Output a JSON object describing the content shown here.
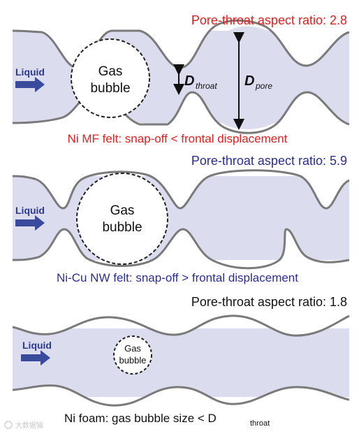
{
  "panel1": {
    "ratio_title": "Pore-throat aspect ratio: 2.8",
    "liquid_label": "Liquid",
    "bubble_line1": "Gas",
    "bubble_line2": "bubble",
    "throat_label_main": "D",
    "throat_label_sub": "throat",
    "pore_label_main": "D",
    "pore_label_sub": "pore",
    "caption": "Ni MF felt: snap-off < frontal displacement"
  },
  "panel2": {
    "ratio_title": "Pore-throat aspect ratio: 5.9",
    "liquid_label": "Liquid",
    "bubble_line1": "Gas",
    "bubble_line2": "bubble",
    "caption": "Ni-Cu NW felt: snap-off > frontal displacement"
  },
  "panel3": {
    "ratio_title": "Pore-throat aspect ratio: 1.8",
    "liquid_label": "Liquid",
    "bubble_line1": "Gas",
    "bubble_line2": "bubble",
    "caption_main": "Ni foam: gas bubble size < D",
    "caption_sub": "throat"
  },
  "watermark": "大数据猫",
  "colors": {
    "channel_fill": "#dcdcef",
    "wall": "#7a7a7a",
    "red_text": "#e02020",
    "blue_text": "#2b2e91",
    "liquid_arrow": "#3a4a9c"
  }
}
